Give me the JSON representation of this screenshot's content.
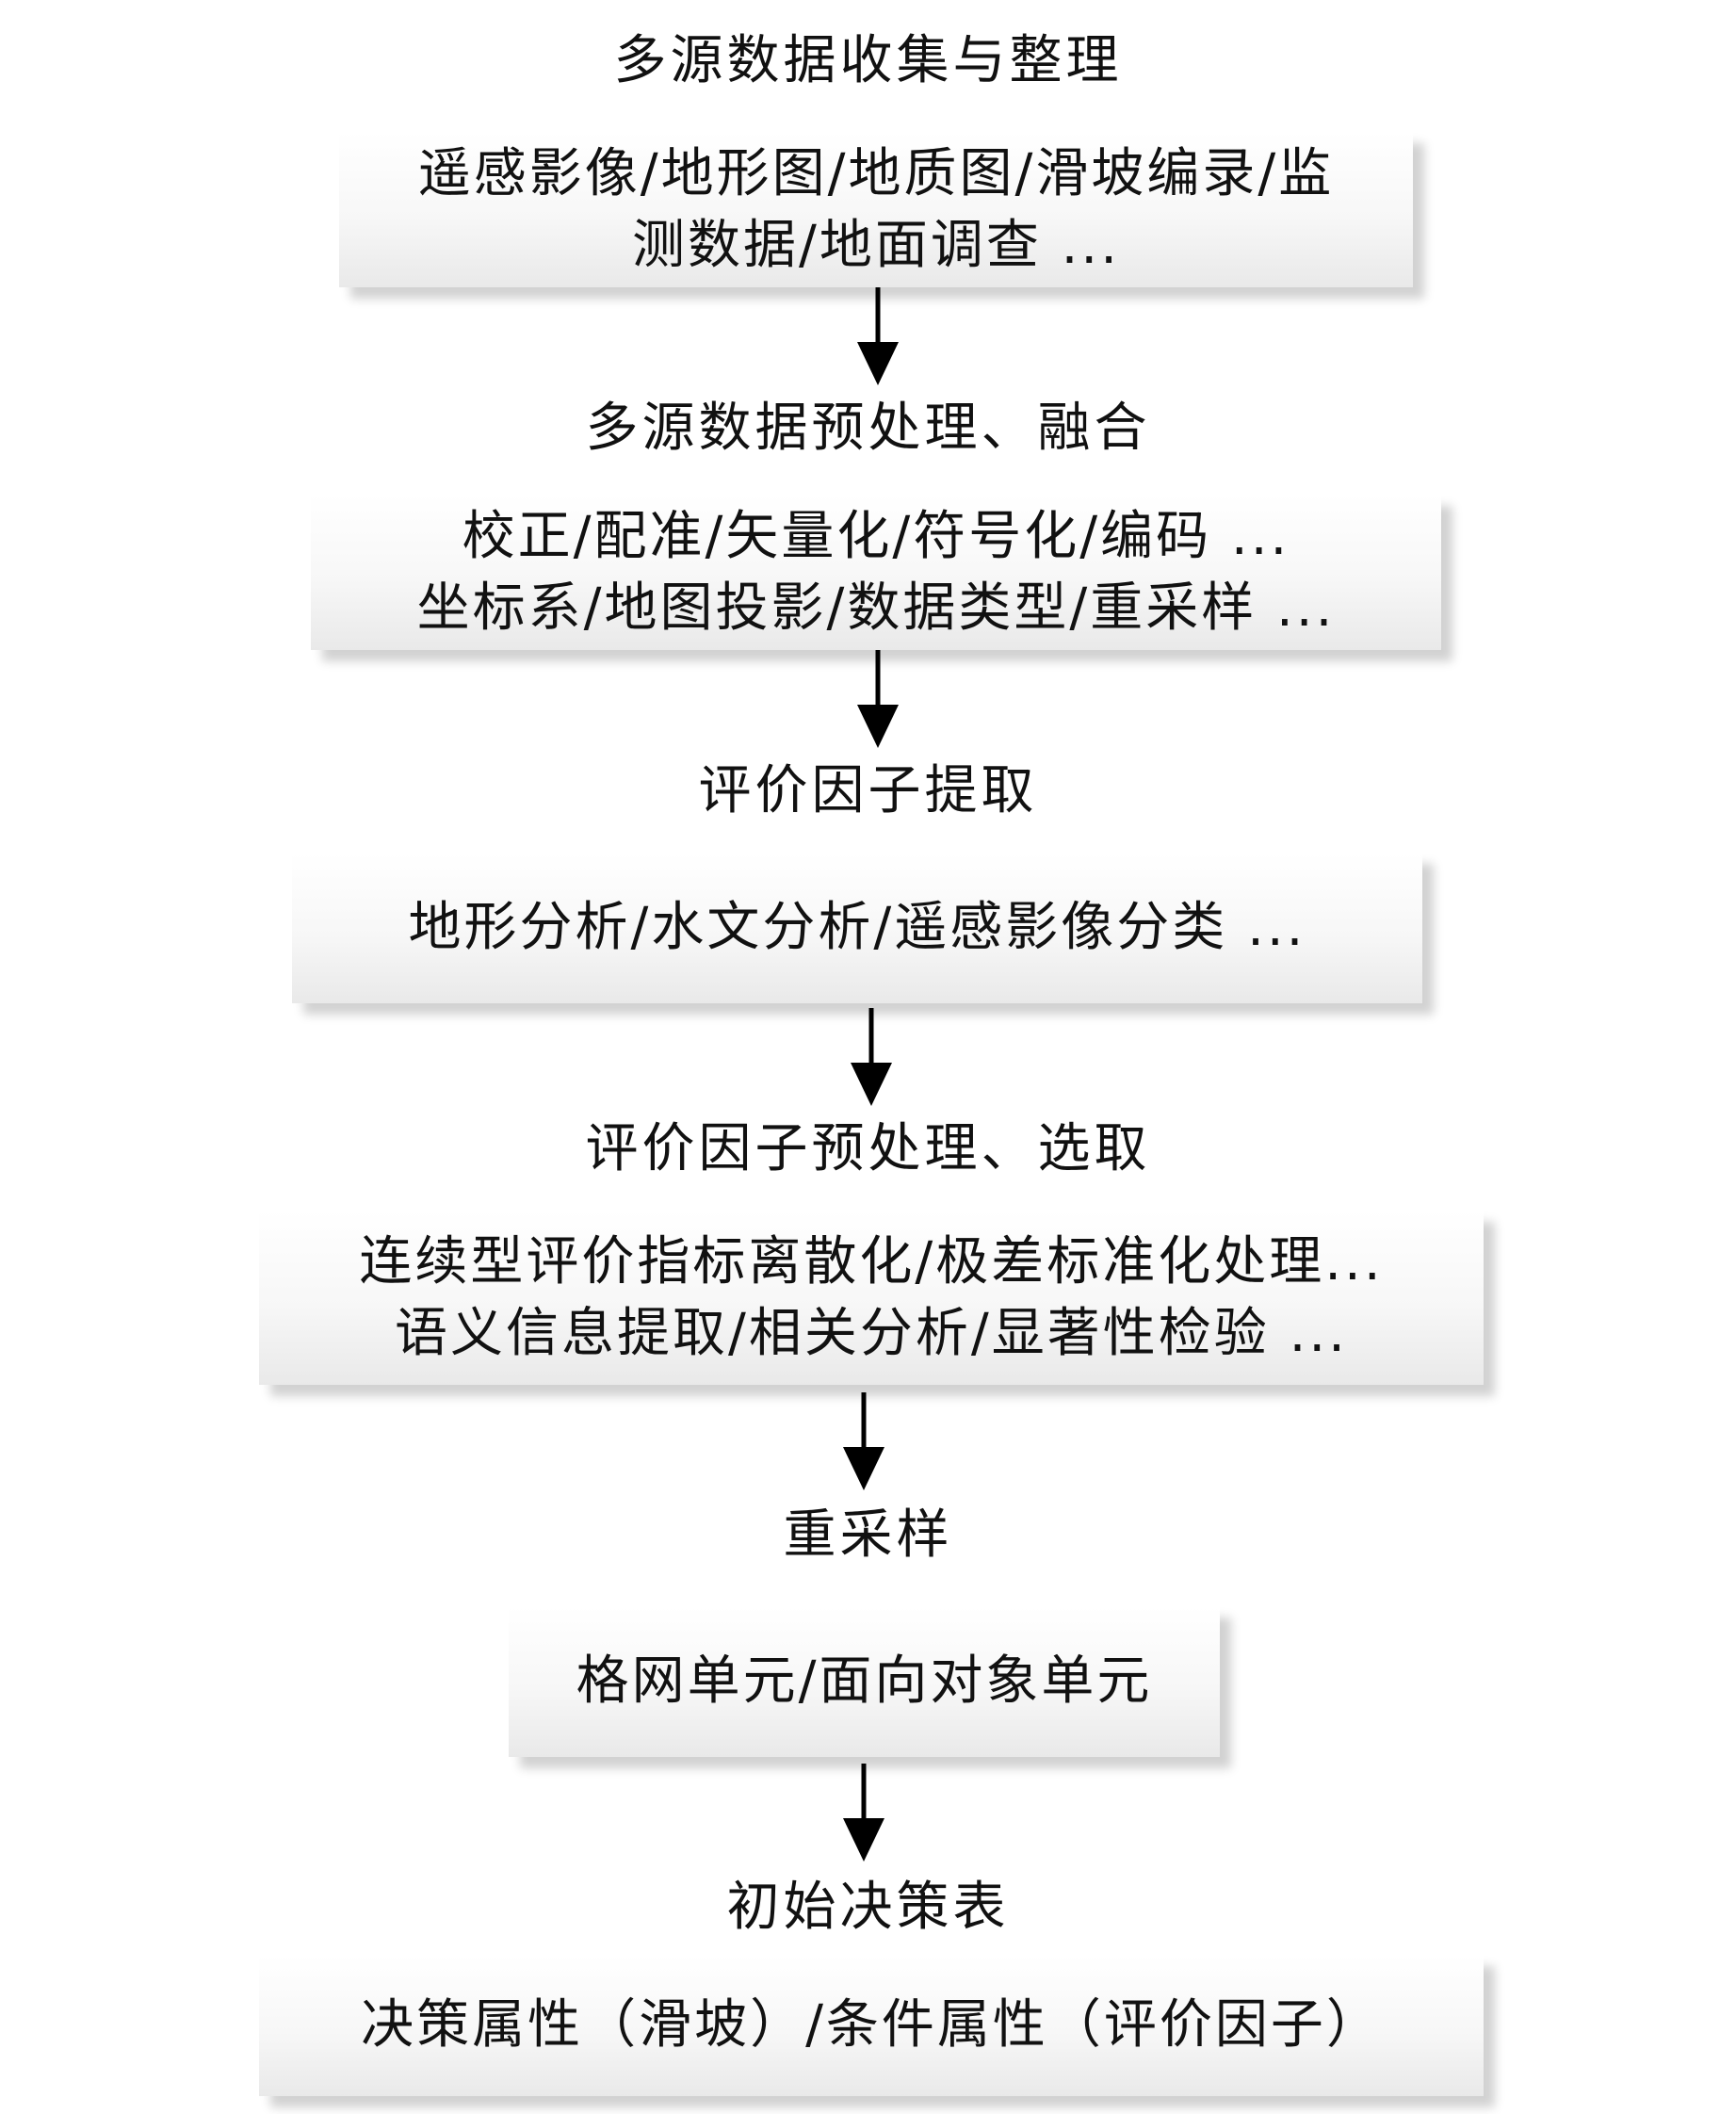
{
  "stages": [
    {
      "title": "多源数据收集与整理",
      "lines": [
        "遥感影像/地形图/地质图/滑坡编录/监",
        "测数据/地面调查 ..."
      ]
    },
    {
      "title": "多源数据预处理、融合",
      "lines": [
        "校正/配准/矢量化/符号化/编码 ...",
        "坐标系/地图投影/数据类型/重采样 ..."
      ]
    },
    {
      "title": "评价因子提取",
      "lines": [
        "地形分析/水文分析/遥感影像分类 ..."
      ]
    },
    {
      "title": "评价因子预处理、选取",
      "lines": [
        "连续型评价指标离散化/极差标准化处理...",
        "语义信息提取/相关分析/显著性检验 ..."
      ]
    },
    {
      "title": "重采样",
      "lines": [
        "格网单元/面向对象单元"
      ]
    },
    {
      "title": "初始决策表",
      "lines": [
        "决策属性（滑坡）/条件属性（评价因子）"
      ]
    }
  ]
}
